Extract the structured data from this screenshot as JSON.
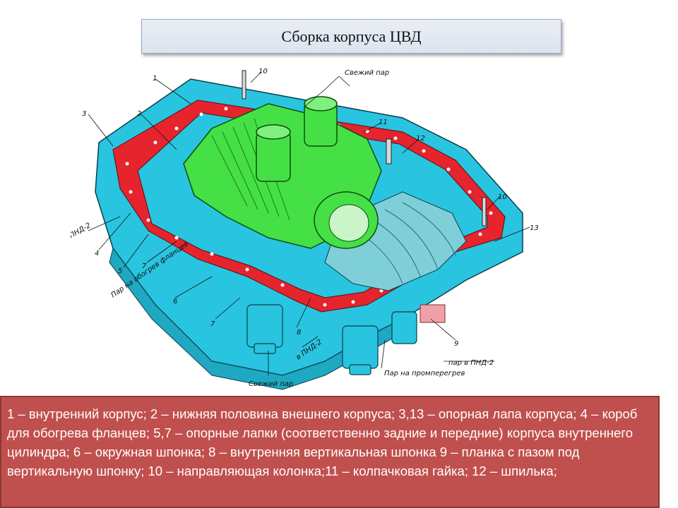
{
  "title": "Сборка корпуса ЦВД",
  "labels": {
    "svezhiy_par_top": "Свежий пар",
    "svezhiy_par_bottom": "Свежий пар",
    "v_pnd_left": "в ПНД-2",
    "v_pnd_bottom": "в ПНД-2",
    "par_na_obogrev": "Пар на обогрев фланцев",
    "par_v_pnd": "пар в ПНД-2",
    "par_na_promperegrev": "Пар на промперегрев"
  },
  "numbers": [
    "1",
    "2",
    "3",
    "4",
    "5",
    "6",
    "7",
    "7",
    "8",
    "9",
    "10",
    "10",
    "11",
    "12",
    "13"
  ],
  "caption": "1 – внутренний корпус; 2 – нижняя половина внешнего корпуса; 3,13 – опорная лапа корпуса; 4 – короб для обогрева фланцев; 5,7 – опорные лапки (соответственно задние и передние) корпуса внутреннего цилиндра; 6 – окружная шпонка; 8 – внутренняя вертикальная шпонка 9 – планка с пазом под вертикальную шпонку; 10 – направляющая колонка;11 – колпачковая гайка; 12 – шпилька;",
  "colors": {
    "outer_casing": "#29c4e0",
    "flange_heating": "#e5242e",
    "inner_casing": "#45e045",
    "caption_bg": "#c0504d"
  }
}
